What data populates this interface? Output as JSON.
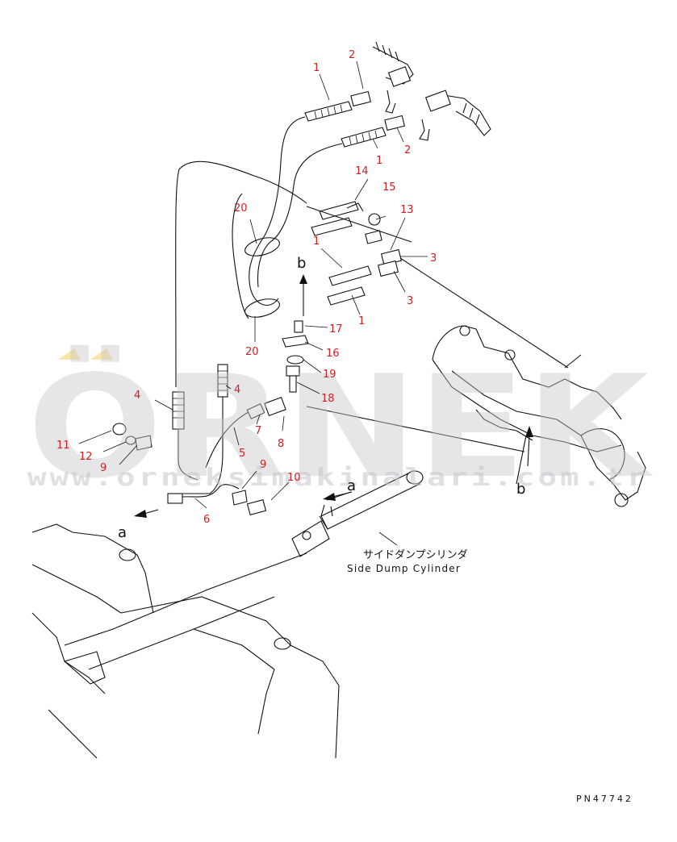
{
  "callouts": [
    {
      "id": "c1a",
      "text": "1"
    },
    {
      "id": "c2a",
      "text": "2"
    },
    {
      "id": "c1b",
      "text": "1"
    },
    {
      "id": "c2b",
      "text": "2"
    },
    {
      "id": "c14",
      "text": "14"
    },
    {
      "id": "c15",
      "text": "15"
    },
    {
      "id": "c13",
      "text": "13"
    },
    {
      "id": "c20a",
      "text": "20"
    },
    {
      "id": "c1c",
      "text": "1"
    },
    {
      "id": "c3a",
      "text": "3"
    },
    {
      "id": "c3b",
      "text": "3"
    },
    {
      "id": "c1d",
      "text": "1"
    },
    {
      "id": "c17",
      "text": "17"
    },
    {
      "id": "c20b",
      "text": "20"
    },
    {
      "id": "c16",
      "text": "16"
    },
    {
      "id": "c19",
      "text": "19"
    },
    {
      "id": "c4a",
      "text": "4"
    },
    {
      "id": "c4b",
      "text": "4"
    },
    {
      "id": "c18",
      "text": "18"
    },
    {
      "id": "c7",
      "text": "7"
    },
    {
      "id": "c5",
      "text": "5"
    },
    {
      "id": "c8",
      "text": "8"
    },
    {
      "id": "c11",
      "text": "11"
    },
    {
      "id": "c12",
      "text": "12"
    },
    {
      "id": "c9a",
      "text": "9"
    },
    {
      "id": "c9b",
      "text": "9"
    },
    {
      "id": "c10",
      "text": "10"
    },
    {
      "id": "c6",
      "text": "6"
    }
  ],
  "reference_letters": {
    "b_top": "b",
    "b_right": "b",
    "a_mid": "a",
    "a_left": "a"
  },
  "cylinder_label": {
    "japanese": "サイドダンプシリンダ",
    "english": "Side Dump Cylinder"
  },
  "part_number": "PN47742",
  "watermark": {
    "brand": "ÖRNEK",
    "url": "www.orneksimakinalari.com.tr"
  },
  "colors": {
    "callout": "#cc2222",
    "line": "#111111",
    "watermark": "#c9c6cc",
    "watermark_accent": "#f0c020"
  }
}
